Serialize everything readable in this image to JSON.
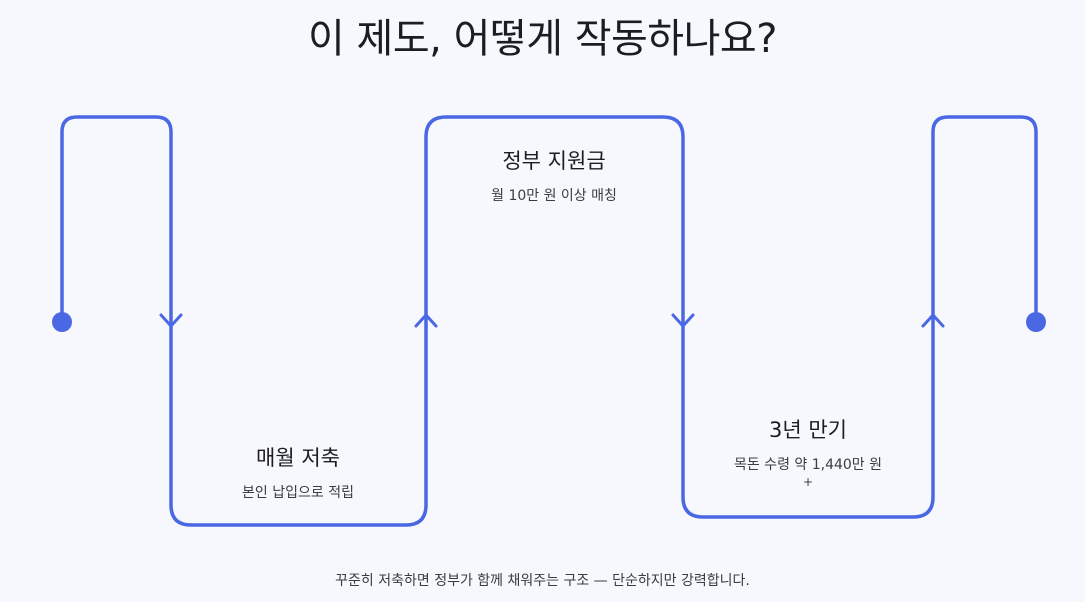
{
  "title": "이 제도, 어떻게 작동하나요?",
  "steps": [
    {
      "title": "매월 저축",
      "subtitle": "본인 납입으로 적립"
    },
    {
      "title": "정부 지원금",
      "subtitle": "월 10만 원 이상 매칭"
    },
    {
      "title": "3년 만기",
      "subtitle": "목돈 수령 약 1,440만 원",
      "note": "+"
    }
  ],
  "footer": "꾸준히 저축하면 정부가 함께 채워주는 구조 — 단순하지만 강력합니다.",
  "colors": {
    "line": "#4a67e4",
    "background": "#f7f8fd",
    "text": "#1c1d22"
  }
}
